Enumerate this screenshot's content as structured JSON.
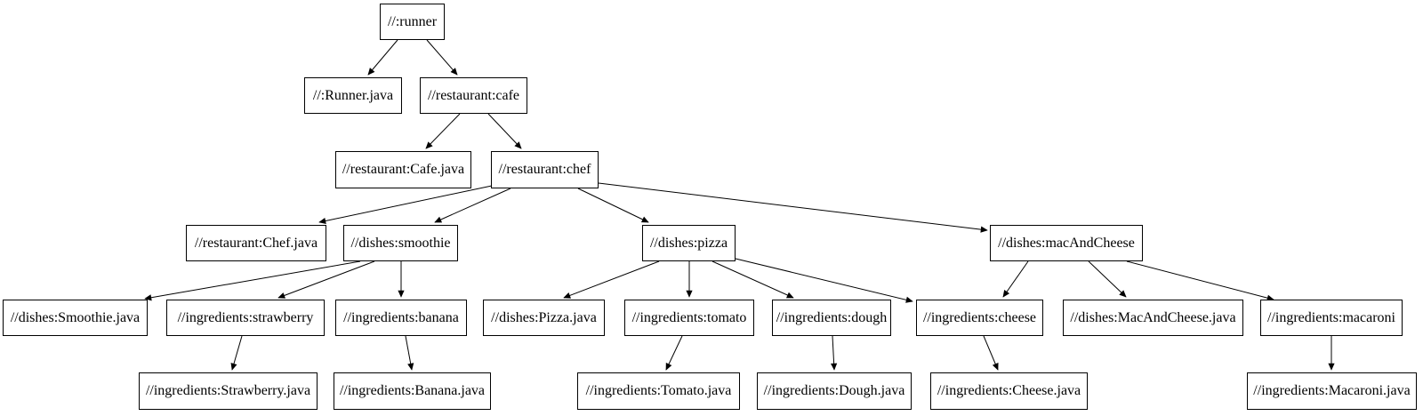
{
  "graph": {
    "type": "dependency-tree",
    "description": "Build target dependency graph",
    "colors": {
      "background": "#ffffff",
      "node_fill": "#ffffff",
      "node_border": "#000000",
      "edge": "#000000",
      "text": "#000000"
    },
    "nodes": [
      {
        "id": "runner",
        "label": "//:runner"
      },
      {
        "id": "runner-java",
        "label": "//:Runner.java"
      },
      {
        "id": "cafe",
        "label": "//restaurant:cafe"
      },
      {
        "id": "cafe-java",
        "label": "//restaurant:Cafe.java"
      },
      {
        "id": "chef",
        "label": "//restaurant:chef"
      },
      {
        "id": "chef-java",
        "label": "//restaurant:Chef.java"
      },
      {
        "id": "smoothie",
        "label": "//dishes:smoothie"
      },
      {
        "id": "pizza",
        "label": "//dishes:pizza"
      },
      {
        "id": "mac-and-cheese",
        "label": "//dishes:macAndCheese"
      },
      {
        "id": "smoothie-java",
        "label": "//dishes:Smoothie.java"
      },
      {
        "id": "strawberry",
        "label": "//ingredients:strawberry"
      },
      {
        "id": "banana",
        "label": "//ingredients:banana"
      },
      {
        "id": "pizza-java",
        "label": "//dishes:Pizza.java"
      },
      {
        "id": "tomato",
        "label": "//ingredients:tomato"
      },
      {
        "id": "dough",
        "label": "//ingredients:dough"
      },
      {
        "id": "cheese",
        "label": "//ingredients:cheese"
      },
      {
        "id": "mac-and-cheese-java",
        "label": "//dishes:MacAndCheese.java"
      },
      {
        "id": "macaroni",
        "label": "//ingredients:macaroni"
      },
      {
        "id": "strawberry-java",
        "label": "//ingredients:Strawberry.java"
      },
      {
        "id": "banana-java",
        "label": "//ingredients:Banana.java"
      },
      {
        "id": "tomato-java",
        "label": "//ingredients:Tomato.java"
      },
      {
        "id": "dough-java",
        "label": "//ingredients:Dough.java"
      },
      {
        "id": "cheese-java",
        "label": "//ingredients:Cheese.java"
      },
      {
        "id": "macaroni-java",
        "label": "//ingredients:Macaroni.java"
      }
    ],
    "edges": [
      {
        "from": "runner",
        "to": "runner-java"
      },
      {
        "from": "runner",
        "to": "cafe"
      },
      {
        "from": "cafe",
        "to": "cafe-java"
      },
      {
        "from": "cafe",
        "to": "chef"
      },
      {
        "from": "chef",
        "to": "chef-java"
      },
      {
        "from": "chef",
        "to": "smoothie"
      },
      {
        "from": "chef",
        "to": "pizza"
      },
      {
        "from": "chef",
        "to": "mac-and-cheese"
      },
      {
        "from": "smoothie",
        "to": "smoothie-java"
      },
      {
        "from": "smoothie",
        "to": "strawberry"
      },
      {
        "from": "smoothie",
        "to": "banana"
      },
      {
        "from": "strawberry",
        "to": "strawberry-java"
      },
      {
        "from": "banana",
        "to": "banana-java"
      },
      {
        "from": "pizza",
        "to": "pizza-java"
      },
      {
        "from": "pizza",
        "to": "tomato"
      },
      {
        "from": "pizza",
        "to": "dough"
      },
      {
        "from": "pizza",
        "to": "cheese"
      },
      {
        "from": "mac-and-cheese",
        "to": "cheese"
      },
      {
        "from": "mac-and-cheese",
        "to": "mac-and-cheese-java"
      },
      {
        "from": "mac-and-cheese",
        "to": "macaroni"
      },
      {
        "from": "tomato",
        "to": "tomato-java"
      },
      {
        "from": "dough",
        "to": "dough-java"
      },
      {
        "from": "cheese",
        "to": "cheese-java"
      },
      {
        "from": "macaroni",
        "to": "macaroni-java"
      }
    ]
  }
}
